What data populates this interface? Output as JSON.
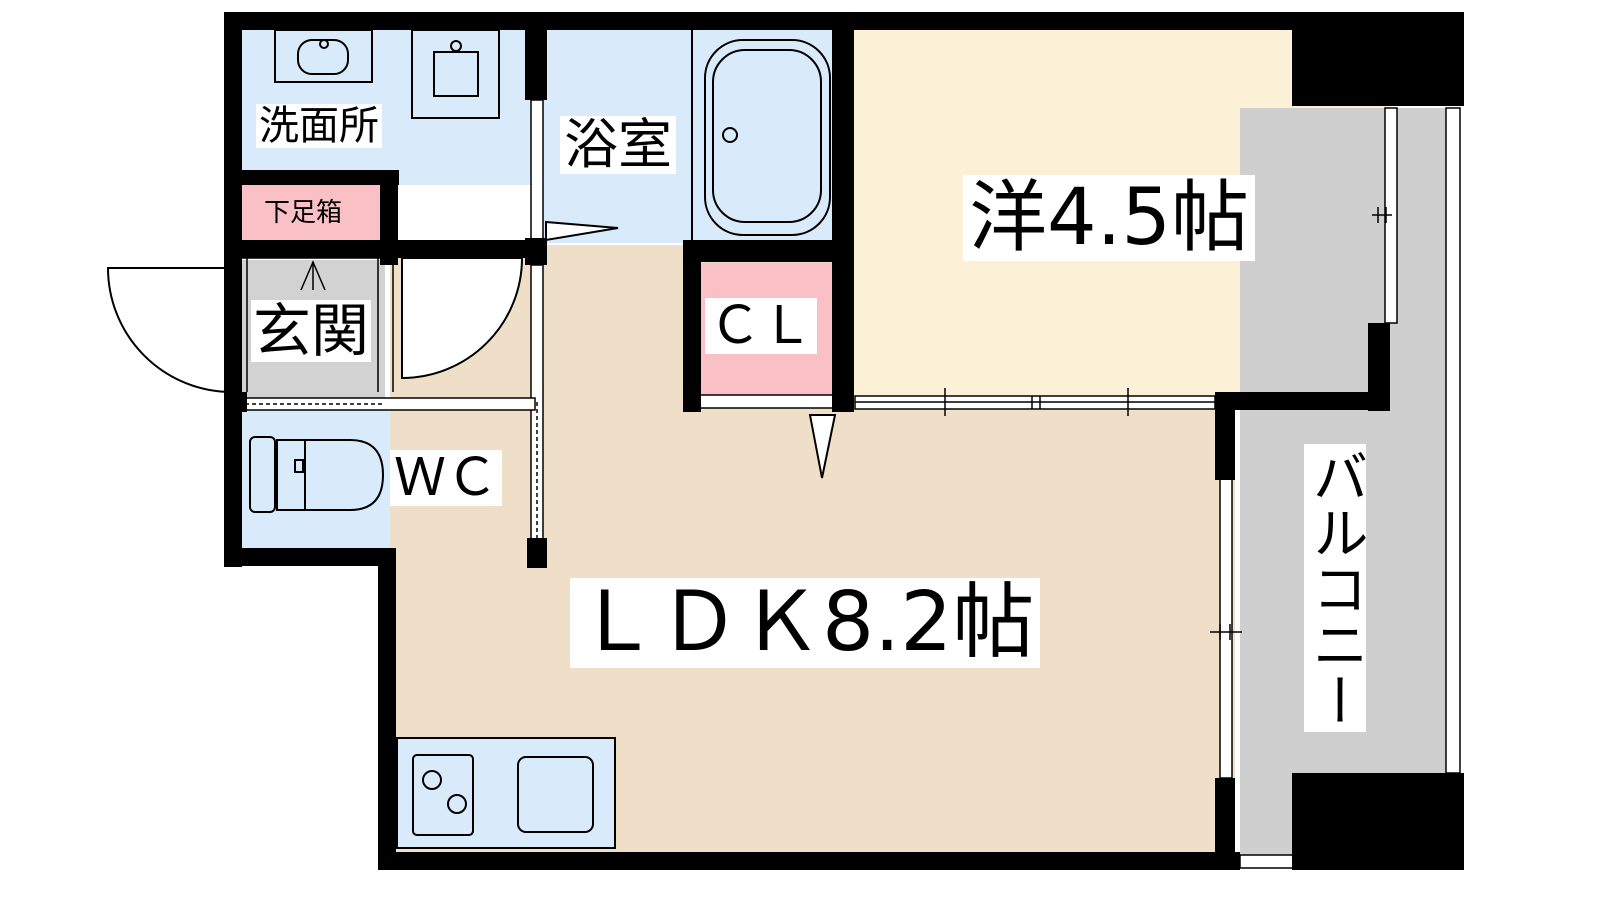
{
  "rooms": {
    "washroom": "洗面所",
    "bathroom": "浴室",
    "shoe_box": "下足箱",
    "entrance": "玄関",
    "toilet": "ＷＣ",
    "closet": "ＣＬ",
    "western_room": "洋4.5帖",
    "ldk": "ＬＤＫ8.2帖",
    "balcony": "バルコニー"
  },
  "colors": {
    "wet_area": "#d9eafb",
    "western_room_floor": "#fcf0d6",
    "ldk_floor": "#efdfc8",
    "closet_floor": "#f9c0c6",
    "entrance_floor": "#d2d2d2",
    "balcony_floor": "#cfcfcf",
    "wall": "#000000"
  }
}
